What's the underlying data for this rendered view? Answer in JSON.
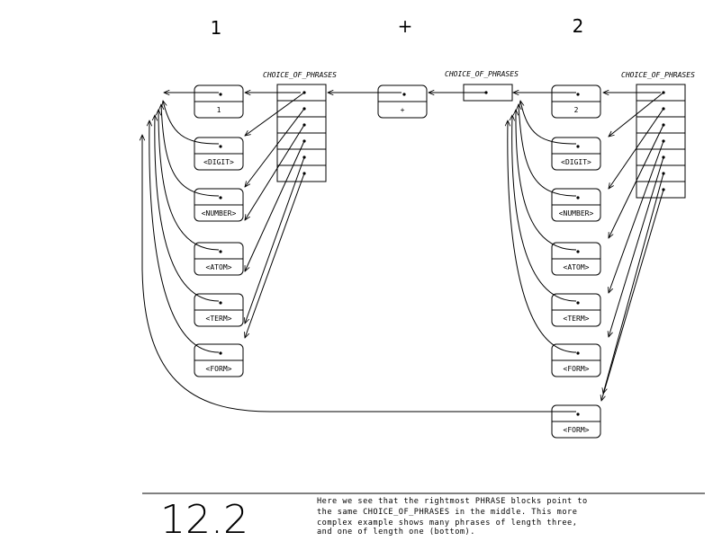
{
  "tokens": [
    "1",
    "+",
    "2"
  ],
  "choice_label": "CHOICE_OF_PHRASES",
  "left_blocks": [
    "1",
    "<DIGIT>",
    "<NUMBER>",
    "<ATOM>",
    "<TERM>",
    "<FORM>"
  ],
  "middle_block": "+",
  "right_blocks": [
    "2",
    "<DIGIT>",
    "<NUMBER>",
    "<ATOM>",
    "<TERM>",
    "<FORM>",
    "<FORM>"
  ],
  "figure_number": "12.2",
  "caption": [
    "Here we see that the rightmost PHRASE blocks point to",
    "the same CHOICE_OF_PHRASES in the middle.  This more",
    "complex example shows many phrases of length three,",
    "and one of length one (bottom)."
  ]
}
